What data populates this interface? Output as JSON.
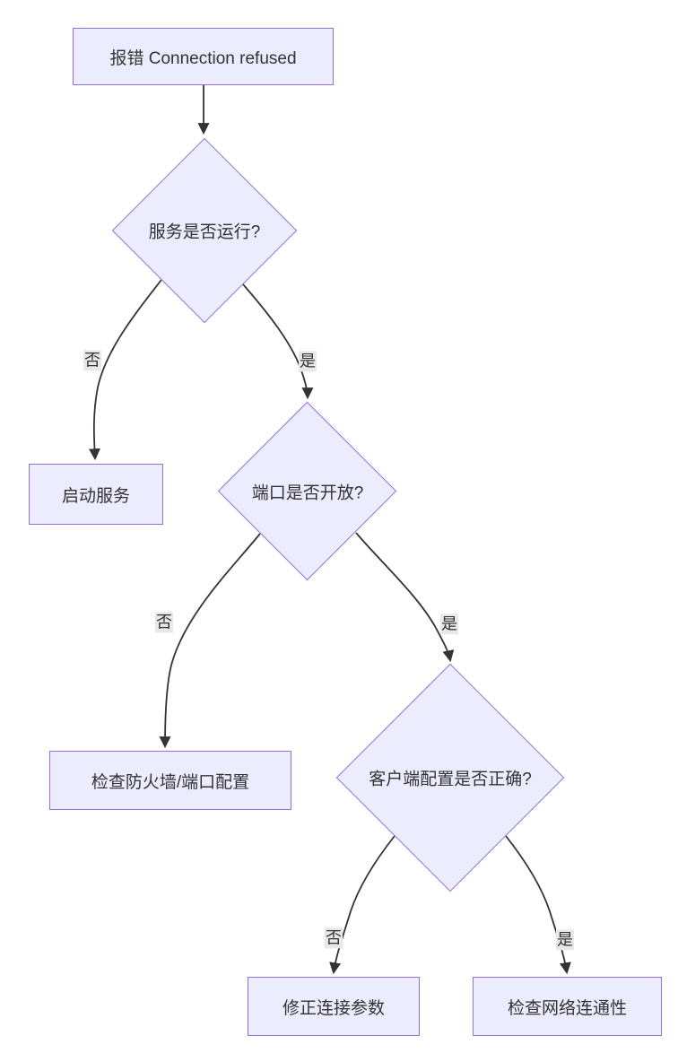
{
  "diagram": {
    "type": "flowchart",
    "direction": "top-down",
    "colors": {
      "node_fill": "#ECECFF",
      "node_border": "#9370DB",
      "edge_color": "#333333",
      "label_bg": "#e8e8e8",
      "text_color": "#333333",
      "background": "#ffffff"
    },
    "nodes": [
      {
        "id": "A",
        "shape": "rect",
        "label": "报错 Connection refused"
      },
      {
        "id": "B",
        "shape": "diamond",
        "label": "服务是否运行?"
      },
      {
        "id": "C",
        "shape": "rect",
        "label": "启动服务"
      },
      {
        "id": "D",
        "shape": "diamond",
        "label": "端口是否开放?"
      },
      {
        "id": "E",
        "shape": "rect",
        "label": "检查防火墙/端口配置"
      },
      {
        "id": "F",
        "shape": "diamond",
        "label": "客户端配置是否正确?"
      },
      {
        "id": "G",
        "shape": "rect",
        "label": "修正连接参数"
      },
      {
        "id": "H",
        "shape": "rect",
        "label": "检查网络连通性"
      }
    ],
    "edges": [
      {
        "from": "A",
        "to": "B",
        "label": ""
      },
      {
        "from": "B",
        "to": "C",
        "label": "否"
      },
      {
        "from": "B",
        "to": "D",
        "label": "是"
      },
      {
        "from": "D",
        "to": "E",
        "label": "否"
      },
      {
        "from": "D",
        "to": "F",
        "label": "是"
      },
      {
        "from": "F",
        "to": "G",
        "label": "否"
      },
      {
        "from": "F",
        "to": "H",
        "label": "是"
      }
    ]
  }
}
